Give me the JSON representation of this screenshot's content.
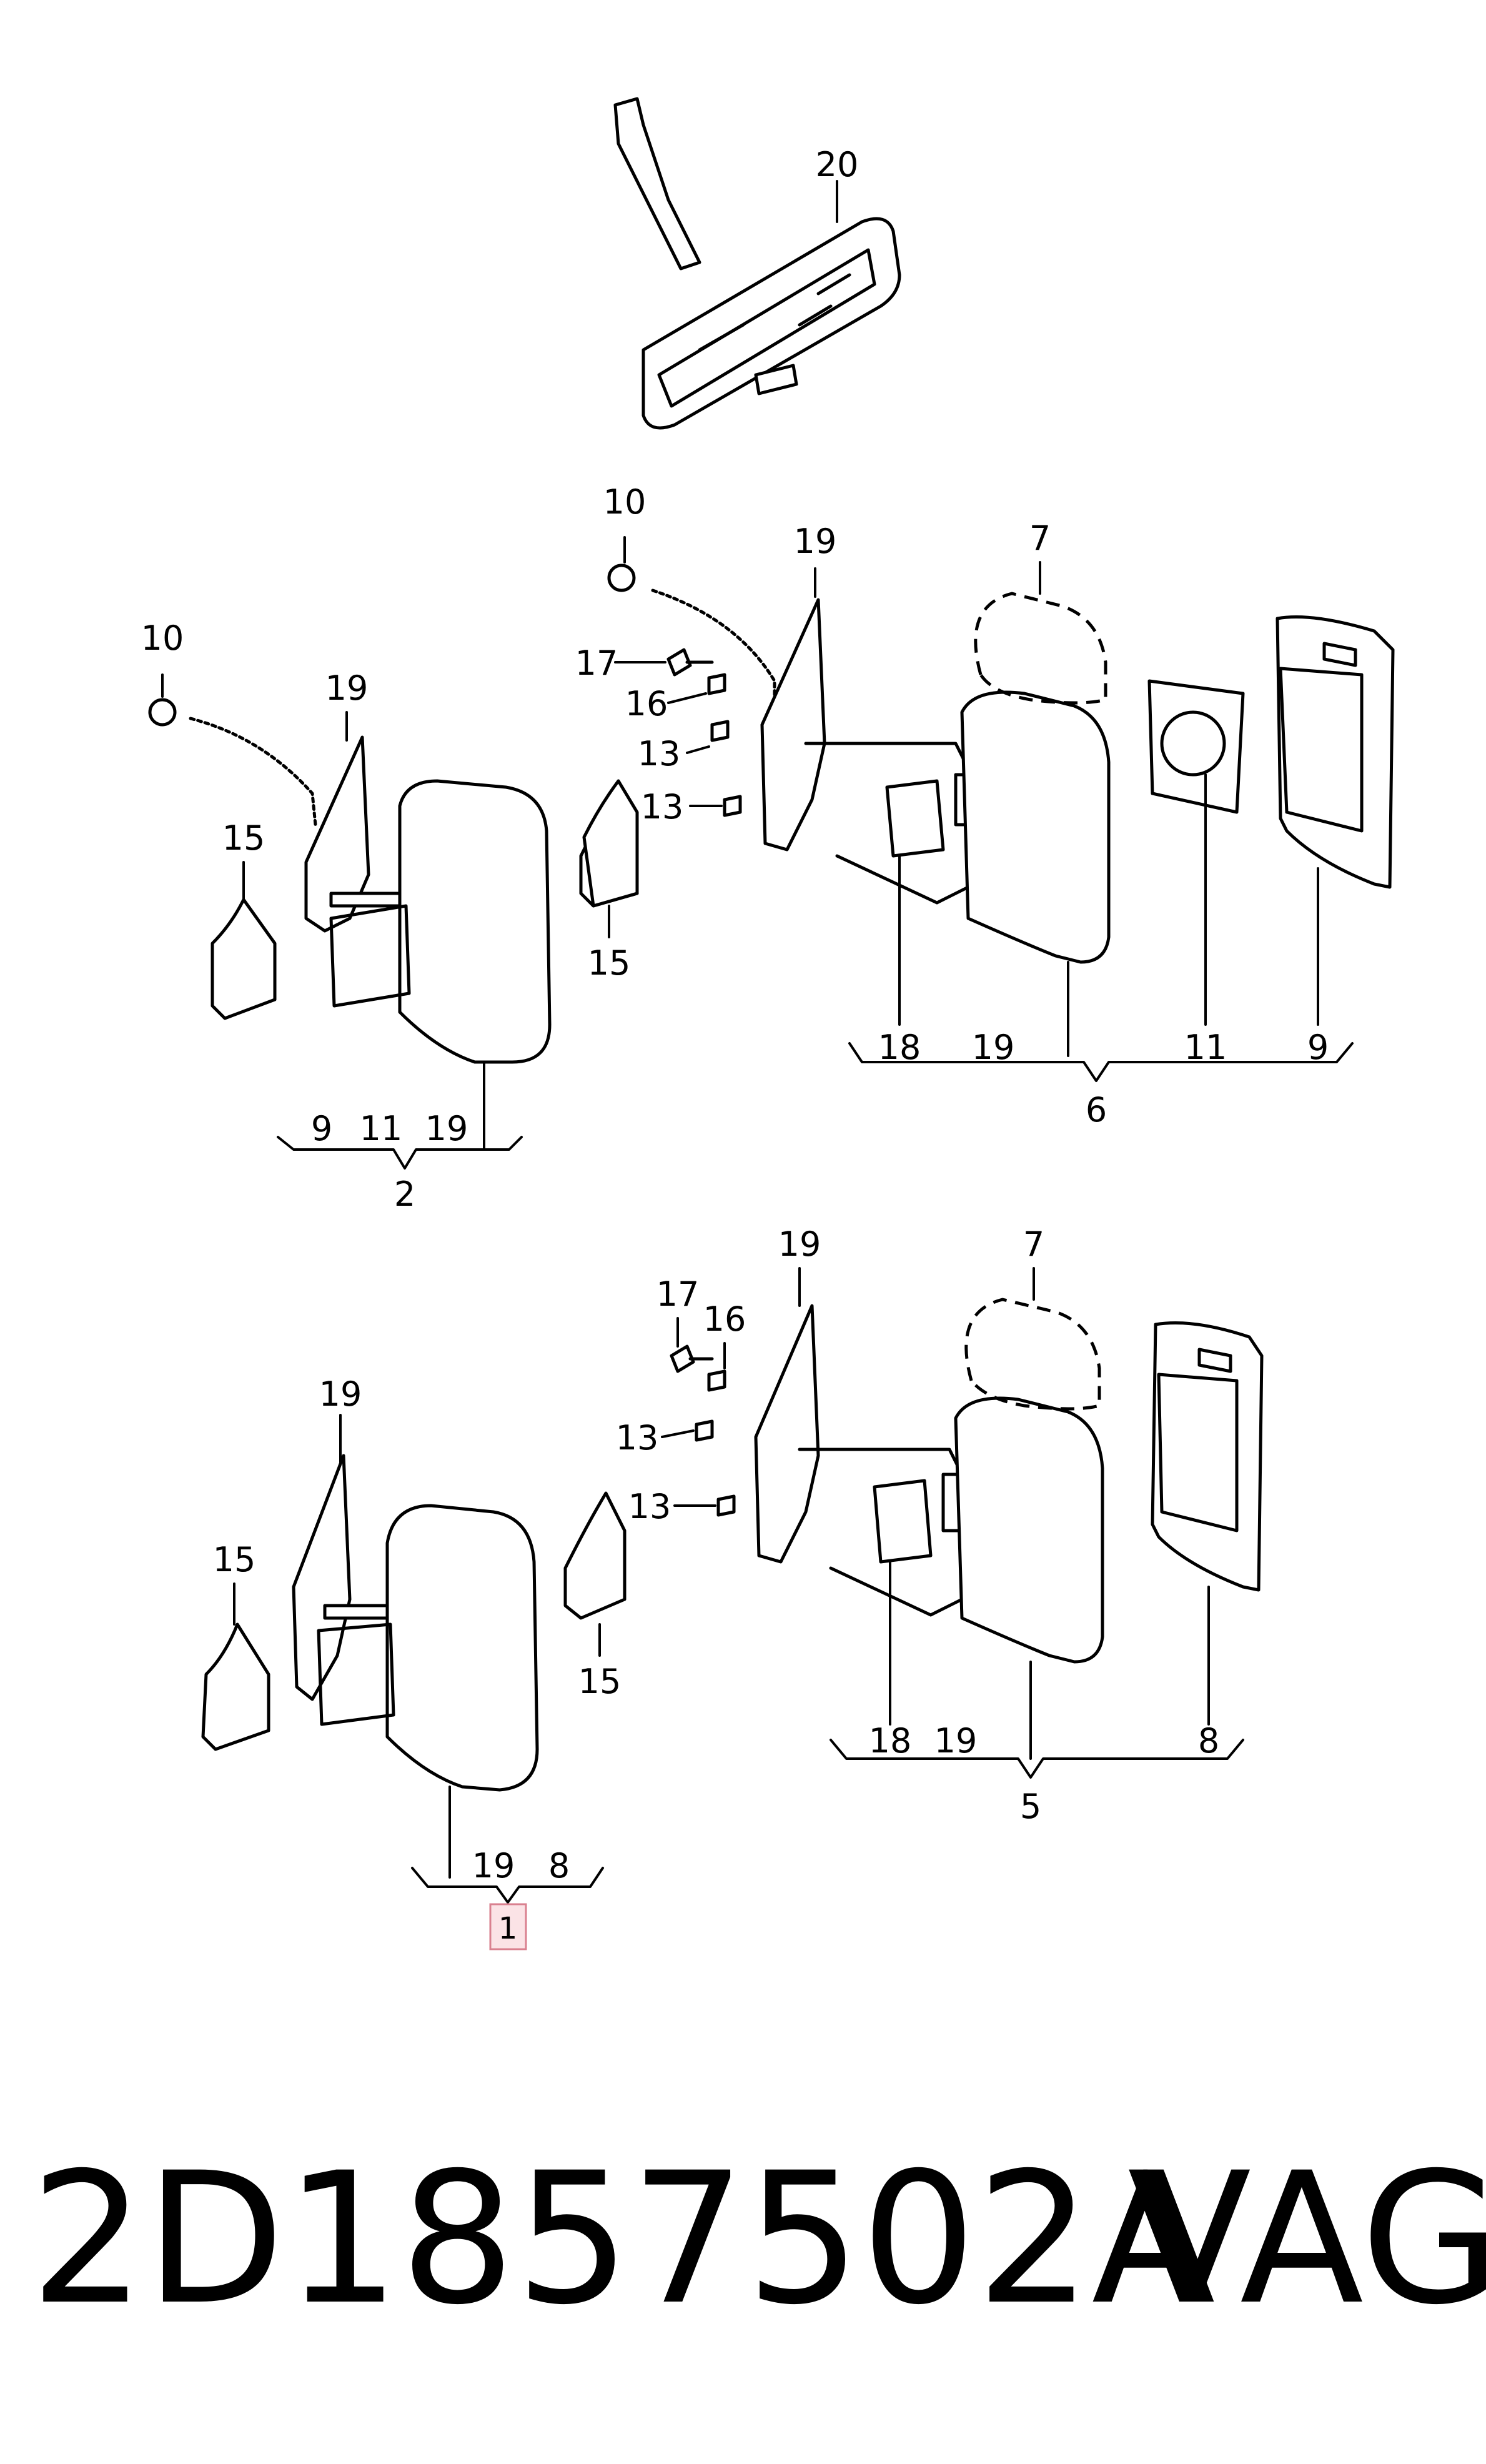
{
  "callouts": {
    "c20": "20",
    "top_left": {
      "c10": "10",
      "c19": "19",
      "c15a": "15",
      "c15b": "15",
      "b9": "9",
      "b11": "11",
      "b19": "19",
      "group": "2"
    },
    "top_right": {
      "c10": "10",
      "c19": "19",
      "c17": "17",
      "c16": "16",
      "c13a": "13",
      "c13b": "13",
      "c7": "7",
      "b18": "18",
      "b19": "19",
      "b11": "11",
      "b9": "9",
      "group": "6"
    },
    "bottom_left": {
      "c19": "19",
      "c15a": "15",
      "c15b": "15",
      "b19": "19",
      "b8": "8",
      "group": "1"
    },
    "bottom_right": {
      "c19": "19",
      "c17": "17",
      "c16": "16",
      "c13a": "13",
      "c13b": "13",
      "c7": "7",
      "b18": "18",
      "b19": "19",
      "b8": "8",
      "group": "5"
    }
  },
  "footer": {
    "part_number": "2D1857502A",
    "brand": "VAG"
  },
  "colors": {
    "highlight_fill": "#fbe3e6",
    "highlight_stroke": "#d9808f",
    "line": "#000000"
  }
}
